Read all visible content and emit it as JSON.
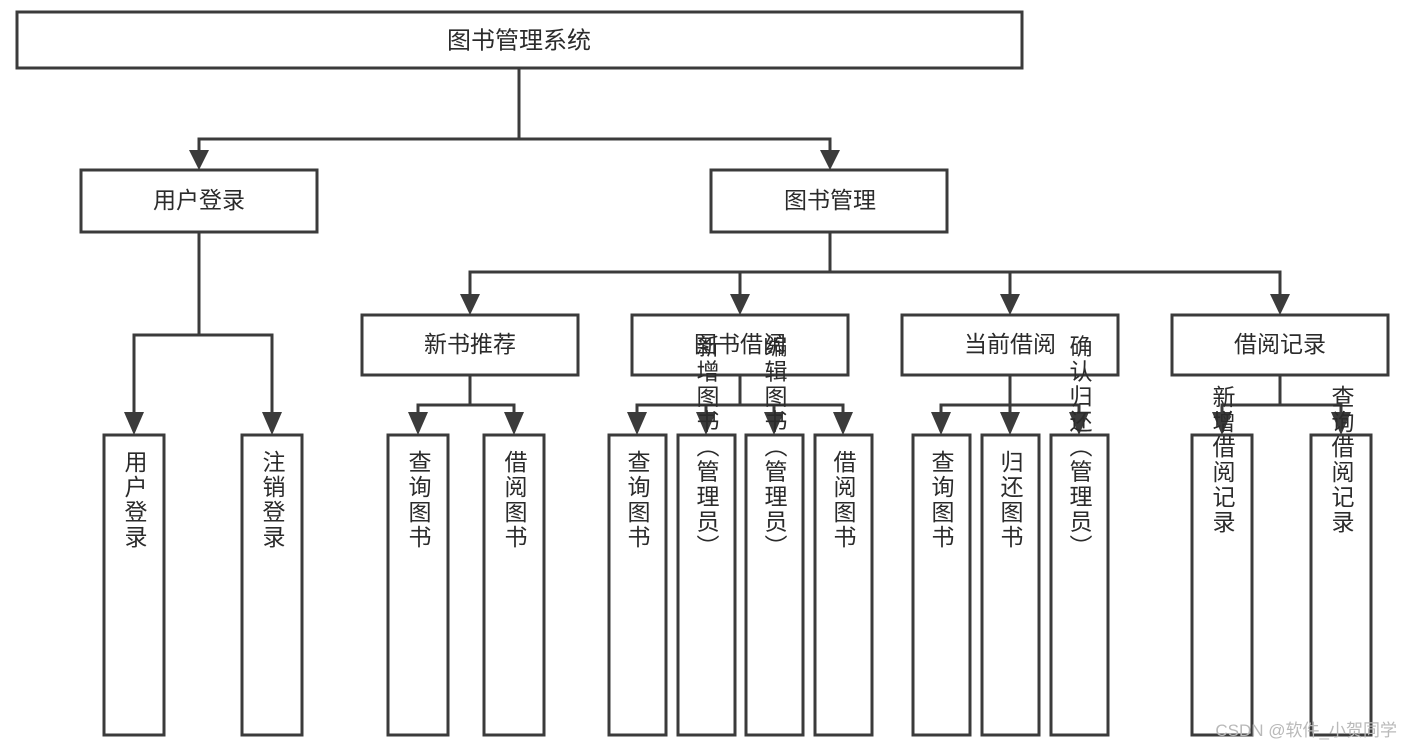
{
  "diagram": {
    "title": "图书管理系统",
    "type": "hierarchy-tree",
    "style": {
      "background": "#ffffff",
      "box_fill": "#ffffff",
      "box_stroke": "#3b3b3b",
      "text_color": "#2b2b2b",
      "watermark_color": "#b9b9b9"
    },
    "root": {
      "label": "图书管理系统"
    },
    "level2": [
      {
        "label": "用户登录"
      },
      {
        "label": "图书管理"
      }
    ],
    "level3": [
      {
        "label": "新书推荐"
      },
      {
        "label": "图书借阅"
      },
      {
        "label": "当前借阅"
      },
      {
        "label": "借阅记录"
      }
    ],
    "leaves": {
      "user_login": [
        "用户登录",
        "注销登录"
      ],
      "new_book_recommend": [
        "查询图书",
        "借阅图书"
      ],
      "book_borrow": [
        "查询图书",
        "新增图书（管理员）",
        "编辑图书（管理员）",
        "借阅图书"
      ],
      "current_borrow": [
        "查询图书",
        "归还图书",
        "确认归还（管理员）"
      ],
      "borrow_record": [
        "新增借阅记录",
        "查询借阅记录"
      ]
    }
  },
  "watermark": {
    "text": "CSDN @软件_小贺同学"
  }
}
